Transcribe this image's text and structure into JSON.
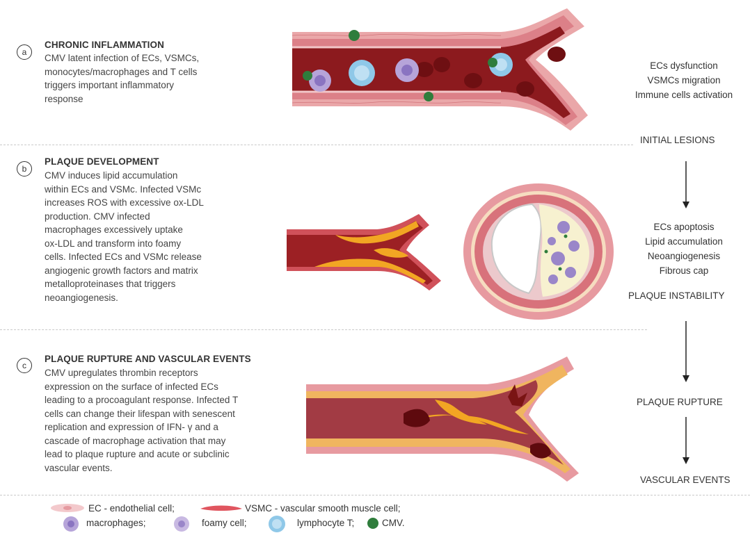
{
  "panels": [
    {
      "badge": "a",
      "title": "CHRONIC INFLAMMATION",
      "lines": [
        "CMV latent infection of ECs, VSMCs,",
        "monocytes/macrophages and T cells",
        "triggers important inflammatory",
        "response"
      ]
    },
    {
      "badge": "b",
      "title": "PLAQUE DEVELOPMENT",
      "lines": [
        "CMV induces lipid accumulation",
        "within ECs and VSMc. Infected VSMc",
        "increases ROS with excessive ox-LDL",
        "production. CMV infected",
        "macrophages excessively uptake",
        "ox-LDL and transform into foamy",
        "cells. Infected ECs and VSMc release",
        "angiogenic growth factors and matrix",
        "metalloproteinases that triggers",
        "neoangiogenesis."
      ]
    },
    {
      "badge": "c",
      "title": "PLAQUE RUPTURE AND VASCULAR EVENTS",
      "lines": [
        "CMV upregulates thrombin receptors",
        "expression on the surface of infected ECs",
        "leading to a procoagulant response. Infected T",
        "cells can change their lifespan with senescent",
        "replication and expression of IFN- γ and a",
        "cascade of macrophage activation that may",
        "lead to plaque rupture and acute or subclinic",
        "vascular events."
      ]
    }
  ],
  "right": {
    "effects_a": [
      "ECs dysfunction",
      "VSMCs migration",
      "Immune cells activation"
    ],
    "stage_initial": "INITIAL LESIONS",
    "effects_b": [
      "ECs apoptosis",
      "Lipid accumulation",
      "Neoangiogenesis",
      "Fibrous cap"
    ],
    "stage_instability": "PLAQUE INSTABILITY",
    "stage_rupture": "PLAQUE RUPTURE",
    "stage_events": "VASCULAR EVENTS"
  },
  "legend": {
    "ec": "EC - endothelial cell;",
    "vsmc": "VSMC - vascular smooth muscle cell;",
    "macrophages": "macrophages;",
    "foamy": "foamy cell;",
    "lymphocyte": "lymphocyte T;",
    "cmv": "CMV."
  },
  "colors": {
    "vessel_outer": "#e9a3a5",
    "vessel_wall": "#d97b80",
    "blood": "#8c1a1e",
    "lipid": "#f2a623",
    "cmv": "#2f7d3c",
    "lymphocyte": "#8fc8e8",
    "macrophage": "#b6a4d9"
  }
}
